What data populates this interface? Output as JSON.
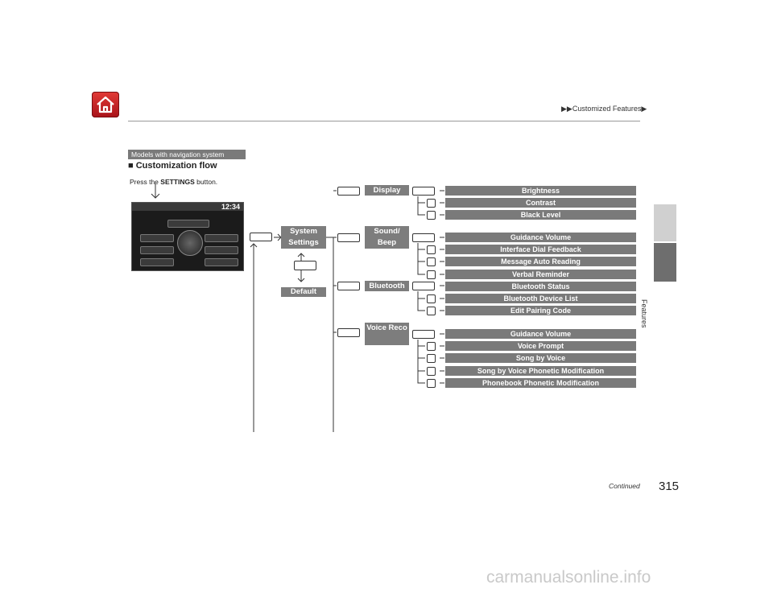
{
  "header": {
    "breadcrumb": "▶▶Customized Features▶",
    "side_tab": "Features",
    "home_icon": "home-icon"
  },
  "section": {
    "badge": "Models with navigation system",
    "title": "■ Customization flow",
    "press_prefix": "Press the ",
    "press_bold": "SETTINGS",
    "press_suffix": " button."
  },
  "screen": {
    "clock": "12:34"
  },
  "flow": {
    "system_settings": "System Settings",
    "default": "Default",
    "categories": [
      {
        "label": "Display",
        "items": [
          "Brightness",
          "Contrast",
          "Black Level"
        ]
      },
      {
        "label": "Sound/ Beep",
        "items": [
          "Guidance Volume",
          "Interface Dial Feedback",
          "Message Auto Reading",
          "Verbal Reminder"
        ]
      },
      {
        "label": "Bluetooth",
        "items": [
          "Bluetooth Status",
          "Bluetooth Device List",
          "Edit Pairing Code"
        ]
      },
      {
        "label": "Voice Reco",
        "items": [
          "Guidance Volume",
          "Voice Prompt",
          "Song by Voice",
          "Song by Voice Phonetic Modification",
          "Phonebook Phonetic Modification"
        ]
      }
    ]
  },
  "footer": {
    "continued": "Continued",
    "page_number": "315",
    "watermark": "carmanualsonline.info"
  }
}
